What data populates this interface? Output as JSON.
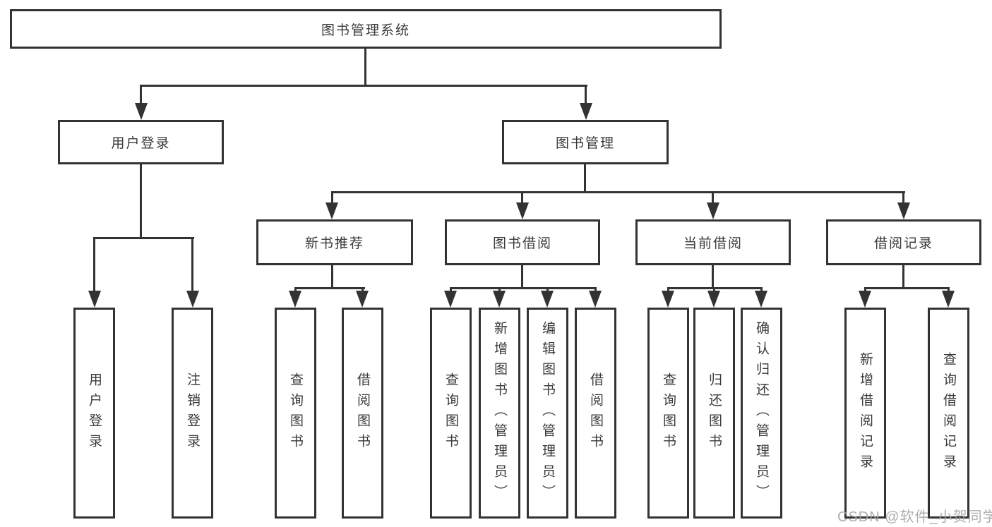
{
  "diagram": {
    "root": "图书管理系统",
    "login": {
      "label": "用户登录",
      "children": [
        "用户登录",
        "注销登录"
      ]
    },
    "management": {
      "label": "图书管理",
      "groups": [
        {
          "label": "新书推荐",
          "children": [
            "查询图书",
            "借阅图书"
          ]
        },
        {
          "label": "图书借阅",
          "children": [
            "查询图书",
            "新增图书（管理员）",
            "编辑图书（管理员）",
            "借阅图书"
          ]
        },
        {
          "label": "当前借阅",
          "children": [
            "查询图书",
            "归还图书",
            "确认归还（管理员）"
          ]
        },
        {
          "label": "借阅记录",
          "children": [
            "新增借阅记录",
            "查询借阅记录"
          ]
        }
      ]
    }
  },
  "watermark": {
    "text": "CSDN @软件_小贺同学"
  },
  "colors": {
    "line": "#333333",
    "text": "#3a3a3a",
    "background": "#ffffff",
    "watermark": "#a6a6a6"
  }
}
